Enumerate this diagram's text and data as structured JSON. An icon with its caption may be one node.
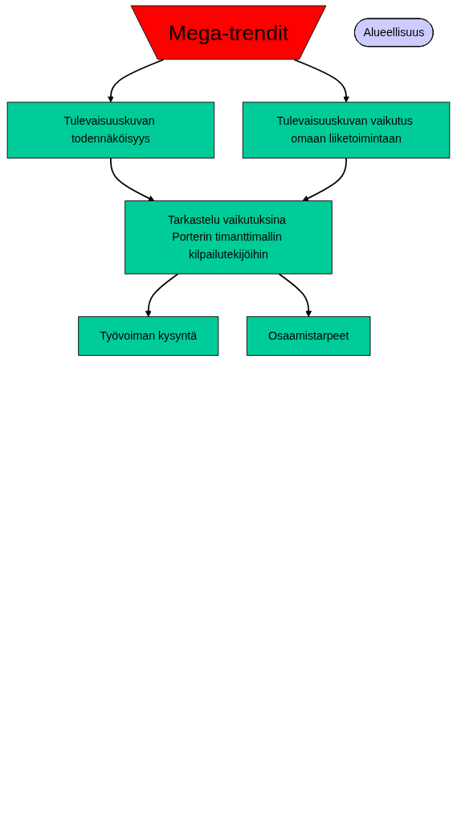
{
  "diagram": {
    "nodes": [
      {
        "text": [
          "Mega-trendit"
        ]
      },
      {
        "text": [
          "Tulevaisuuskuvan todennäköisyys"
        ]
      },
      {
        "text": [
          "Tulevaisuuskuvan vaikutus omaan liiketoimintaan"
        ]
      },
      {
        "text": [
          "Tarkastelu vaikutuksina Porterin timanttimallin kilpailutekijöihin"
        ]
      },
      {
        "text": [
          "Työvoiman kysyntä"
        ]
      },
      {
        "text": [
          "Osaamistarpeet"
        ]
      },
      {
        "text": [
          "Alueellisuus"
        ]
      }
    ],
    "edges": [
      {
        "from": 0,
        "to": 1,
        "arrow": "to"
      },
      {
        "from": 0,
        "to": 2,
        "arrow": "to"
      },
      {
        "from": 1,
        "to": 3,
        "arrow": "to"
      },
      {
        "from": 2,
        "to": 3,
        "arrow": "to"
      },
      {
        "from": 3,
        "to": 4,
        "arrow": "to"
      },
      {
        "from": 3,
        "to": 5,
        "arrow": "to"
      }
    ]
  }
}
